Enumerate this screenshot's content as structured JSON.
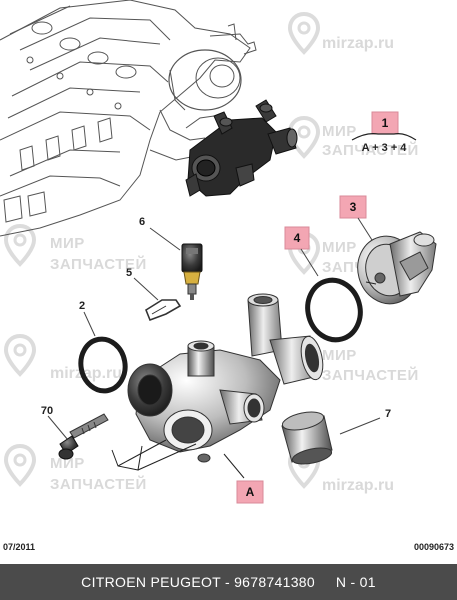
{
  "callouts": {
    "c1": "1",
    "c1_formula": "A + 3 + 4",
    "c2": "2",
    "c3": "3",
    "c4": "4",
    "c5": "5",
    "c6": "6",
    "c7": "7",
    "c70": "70",
    "cA": "A"
  },
  "watermarks": {
    "mirzap": "mirzap.ru",
    "line1": "МИР",
    "line2": "ЗАПЧАСТЕЙ"
  },
  "meta": {
    "date": "07/2011",
    "code": "00090673"
  },
  "footer": {
    "text": "CITROEN PEUGEOT - 9678741380     N - 01"
  },
  "colors": {
    "highlight_box": "#f3a6b3",
    "footer_bg": "#4b4b4b",
    "footer_text": "#ffffff",
    "part_dark": "#2b2b2b",
    "line_art": "#555555"
  }
}
